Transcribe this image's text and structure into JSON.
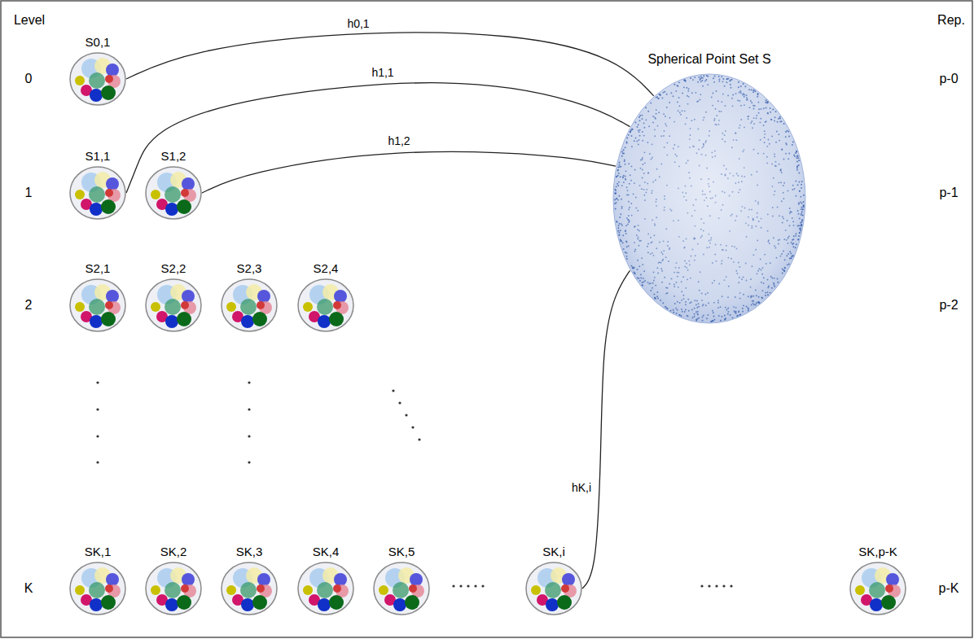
{
  "diagram": {
    "nodes": [
      {
        "text": [
          "S0,1"
        ]
      },
      {
        "text": [
          "Spherical Point Set S"
        ]
      },
      {
        "text": [
          "S1,1"
        ]
      },
      {
        "text": [
          "S1,2"
        ]
      },
      {
        "text": [
          "S2,1"
        ]
      },
      {
        "text": [
          "S2,2"
        ]
      },
      {
        "text": [
          "S2,3"
        ]
      },
      {
        "text": [
          "S2,4"
        ]
      },
      {
        "text": [
          "SK,1"
        ]
      },
      {
        "text": [
          "SK,2"
        ]
      },
      {
        "text": [
          "SK,3"
        ]
      },
      {
        "text": [
          "SK,4"
        ]
      },
      {
        "text": [
          "SK,5"
        ]
      },
      {
        "text": [
          "SK,i"
        ]
      },
      {
        "text": [
          "SK,p-K"
        ]
      }
    ],
    "edges": [
      {
        "from": 0,
        "to": 1,
        "arrow": "none",
        "label": "h0,1"
      },
      {
        "from": 2,
        "to": 1,
        "arrow": "none",
        "label": "h1,1"
      },
      {
        "from": 3,
        "to": 1,
        "arrow": "none",
        "label": "h1,2"
      },
      {
        "from": 13,
        "to": 1,
        "arrow": "none",
        "label": "hK,i"
      }
    ],
    "labels": [
      "Level",
      "Rep.",
      "0",
      "1",
      "2",
      "K",
      "p-0",
      "p-1",
      "p-2",
      "p-K"
    ]
  }
}
